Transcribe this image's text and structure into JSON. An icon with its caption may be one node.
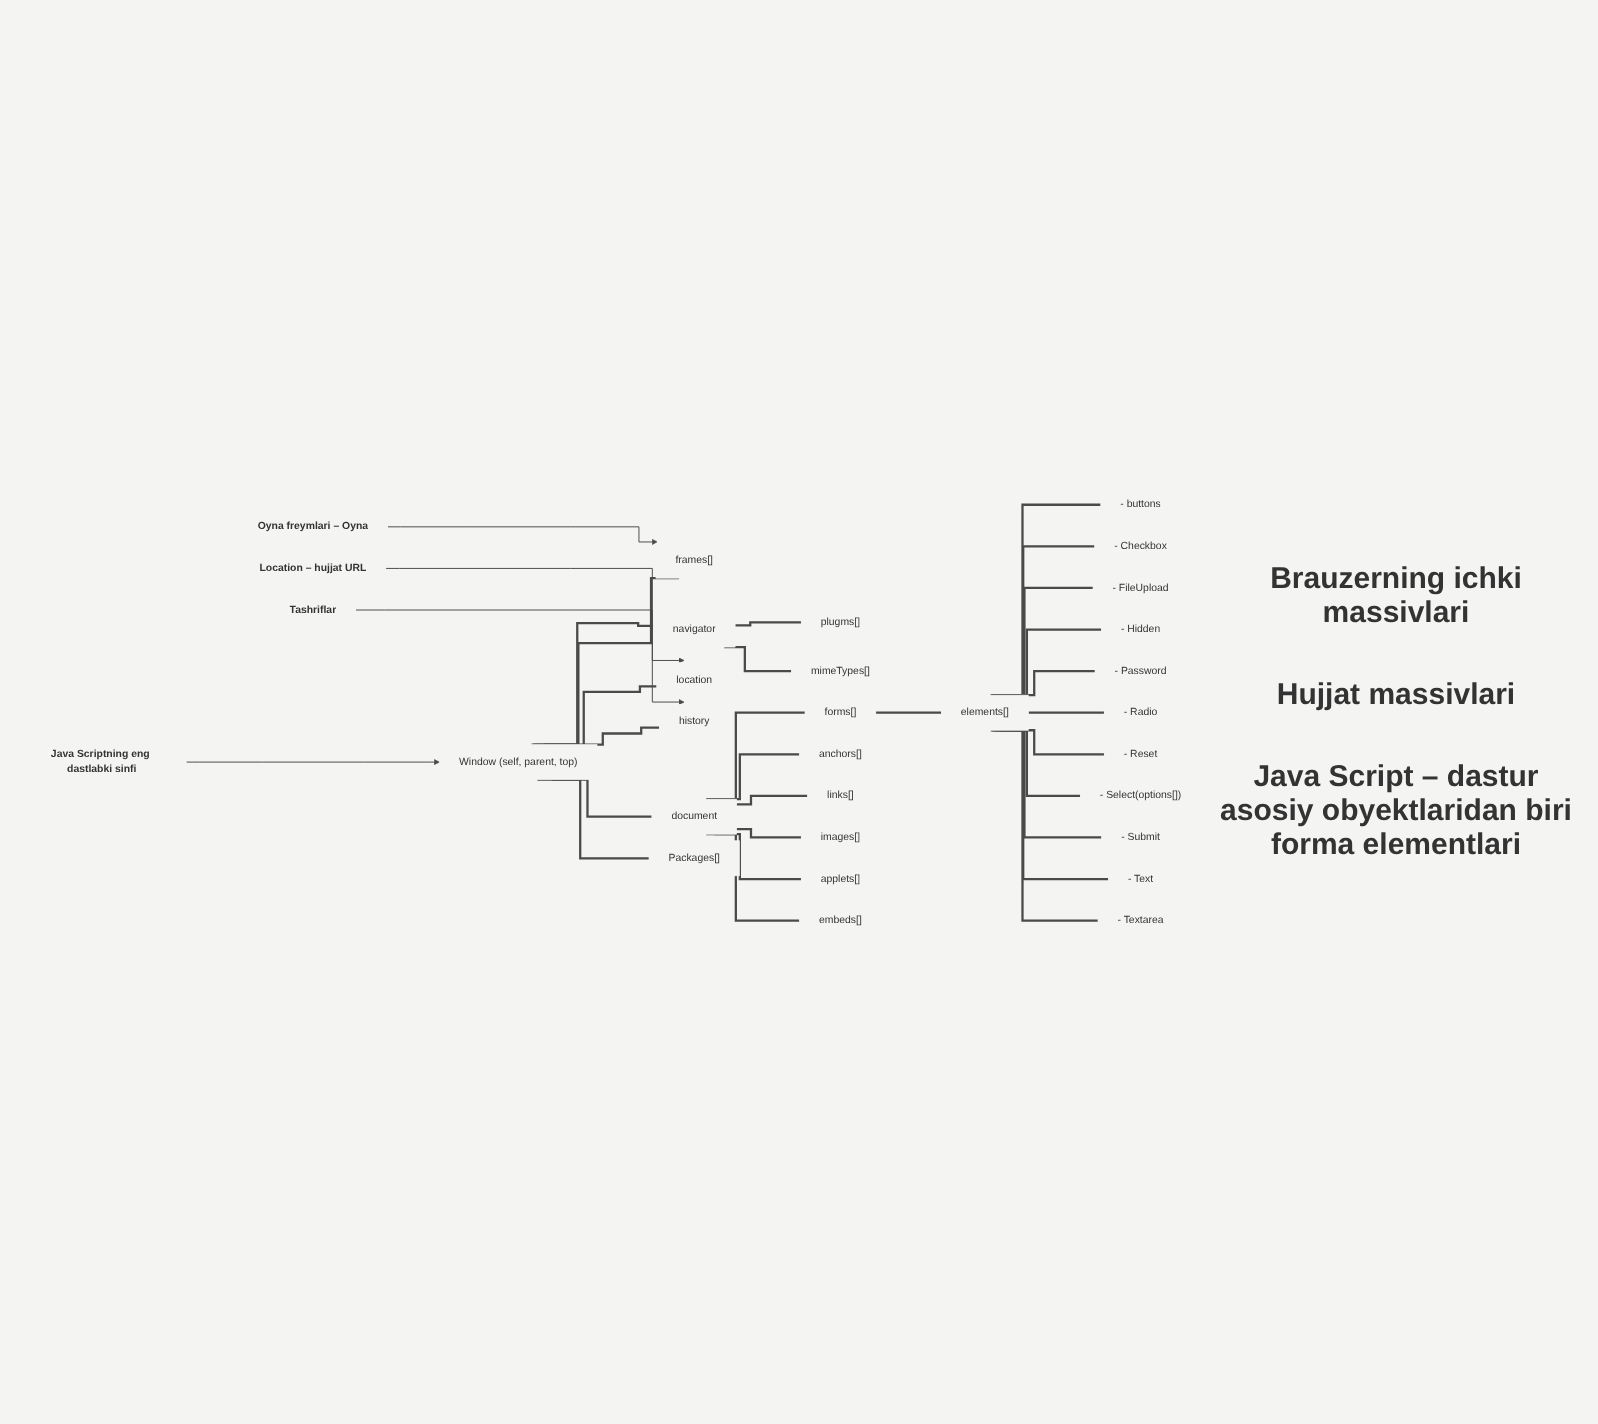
{
  "diagram": {
    "nodes": [
      {
        "text": [
          "Window (self, parent, top)"
        ]
      },
      {
        "text": [
          "Java Scriptning eng dastlabki sinfi"
        ]
      },
      {
        "text": [
          "navigator"
        ]
      },
      {
        "text": [
          "plugms[]"
        ]
      },
      {
        "text": [
          "mimeTypes[]"
        ]
      },
      {
        "text": [
          "frames[]"
        ]
      },
      {
        "text": [
          "location"
        ]
      },
      {
        "text": [
          "history"
        ]
      },
      {
        "text": [
          "document"
        ]
      },
      {
        "text": [
          "forms[]"
        ]
      },
      {
        "text": [
          "elements[]"
        ]
      },
      {
        "text": [
          "- buttons"
        ]
      },
      {
        "text": [
          "- Checkbox"
        ]
      },
      {
        "text": [
          "- FileUpload"
        ]
      },
      {
        "text": [
          "- Hidden"
        ]
      },
      {
        "text": [
          "- Password"
        ]
      },
      {
        "text": [
          "- Radio"
        ]
      },
      {
        "text": [
          "- Reset"
        ]
      },
      {
        "text": [
          "- Select(options[])"
        ]
      },
      {
        "text": [
          "- Submit"
        ]
      },
      {
        "text": [
          "- Text"
        ]
      },
      {
        "text": [
          "- Textarea"
        ]
      },
      {
        "text": [
          "anchors[]"
        ]
      },
      {
        "text": [
          "links[]"
        ]
      },
      {
        "text": [
          "images[]"
        ]
      },
      {
        "text": [
          "applets[]"
        ]
      },
      {
        "text": [
          "embeds[]"
        ]
      },
      {
        "text": [
          "Packages[]"
        ]
      },
      {
        "text": [
          "Oyna freymlari – Oyna"
        ]
      },
      {
        "text": [
          "Location – hujjat URL"
        ]
      },
      {
        "text": [
          "Tashriflar"
        ]
      }
    ],
    "edges": [
      {
        "from": 1,
        "to": 0,
        "arrow": "to"
      },
      {
        "from": 0,
        "to": 2,
        "arrow": "none"
      },
      {
        "from": 2,
        "to": 3,
        "arrow": "none"
      },
      {
        "from": 2,
        "to": 4,
        "arrow": "none"
      },
      {
        "from": 0,
        "to": 5,
        "arrow": "none"
      },
      {
        "from": 28,
        "to": 5,
        "arrow": "to"
      },
      {
        "from": 0,
        "to": 6,
        "arrow": "none"
      },
      {
        "from": 29,
        "to": 6,
        "arrow": "to"
      },
      {
        "from": 0,
        "to": 7,
        "arrow": "none"
      },
      {
        "from": 30,
        "to": 7,
        "arrow": "to"
      },
      {
        "from": 0,
        "to": 8,
        "arrow": "none"
      },
      {
        "from": 8,
        "to": 9,
        "arrow": "none"
      },
      {
        "from": 9,
        "to": 10,
        "arrow": "none"
      },
      {
        "from": 10,
        "to": 11,
        "arrow": "none"
      },
      {
        "from": 10,
        "to": 12,
        "arrow": "none"
      },
      {
        "from": 10,
        "to": 13,
        "arrow": "none"
      },
      {
        "from": 10,
        "to": 14,
        "arrow": "none"
      },
      {
        "from": 10,
        "to": 15,
        "arrow": "none"
      },
      {
        "from": 10,
        "to": 16,
        "arrow": "none"
      },
      {
        "from": 10,
        "to": 17,
        "arrow": "none"
      },
      {
        "from": 10,
        "to": 18,
        "arrow": "none"
      },
      {
        "from": 10,
        "to": 19,
        "arrow": "none"
      },
      {
        "from": 10,
        "to": 20,
        "arrow": "none"
      },
      {
        "from": 10,
        "to": 21,
        "arrow": "none"
      },
      {
        "from": 8,
        "to": 22,
        "arrow": "none"
      },
      {
        "from": 8,
        "to": 23,
        "arrow": "none"
      },
      {
        "from": 8,
        "to": 24,
        "arrow": "none"
      },
      {
        "from": 8,
        "to": 25,
        "arrow": "none"
      },
      {
        "from": 8,
        "to": 26,
        "arrow": "none"
      },
      {
        "from": 0,
        "to": 27,
        "arrow": "none"
      }
    ],
    "labels": [
      "Brauzerning ichki massivlari",
      "Hujjat massivlari",
      "Java Script – dastur asosiy obyektlaridan biri forma elementlari"
    ]
  }
}
